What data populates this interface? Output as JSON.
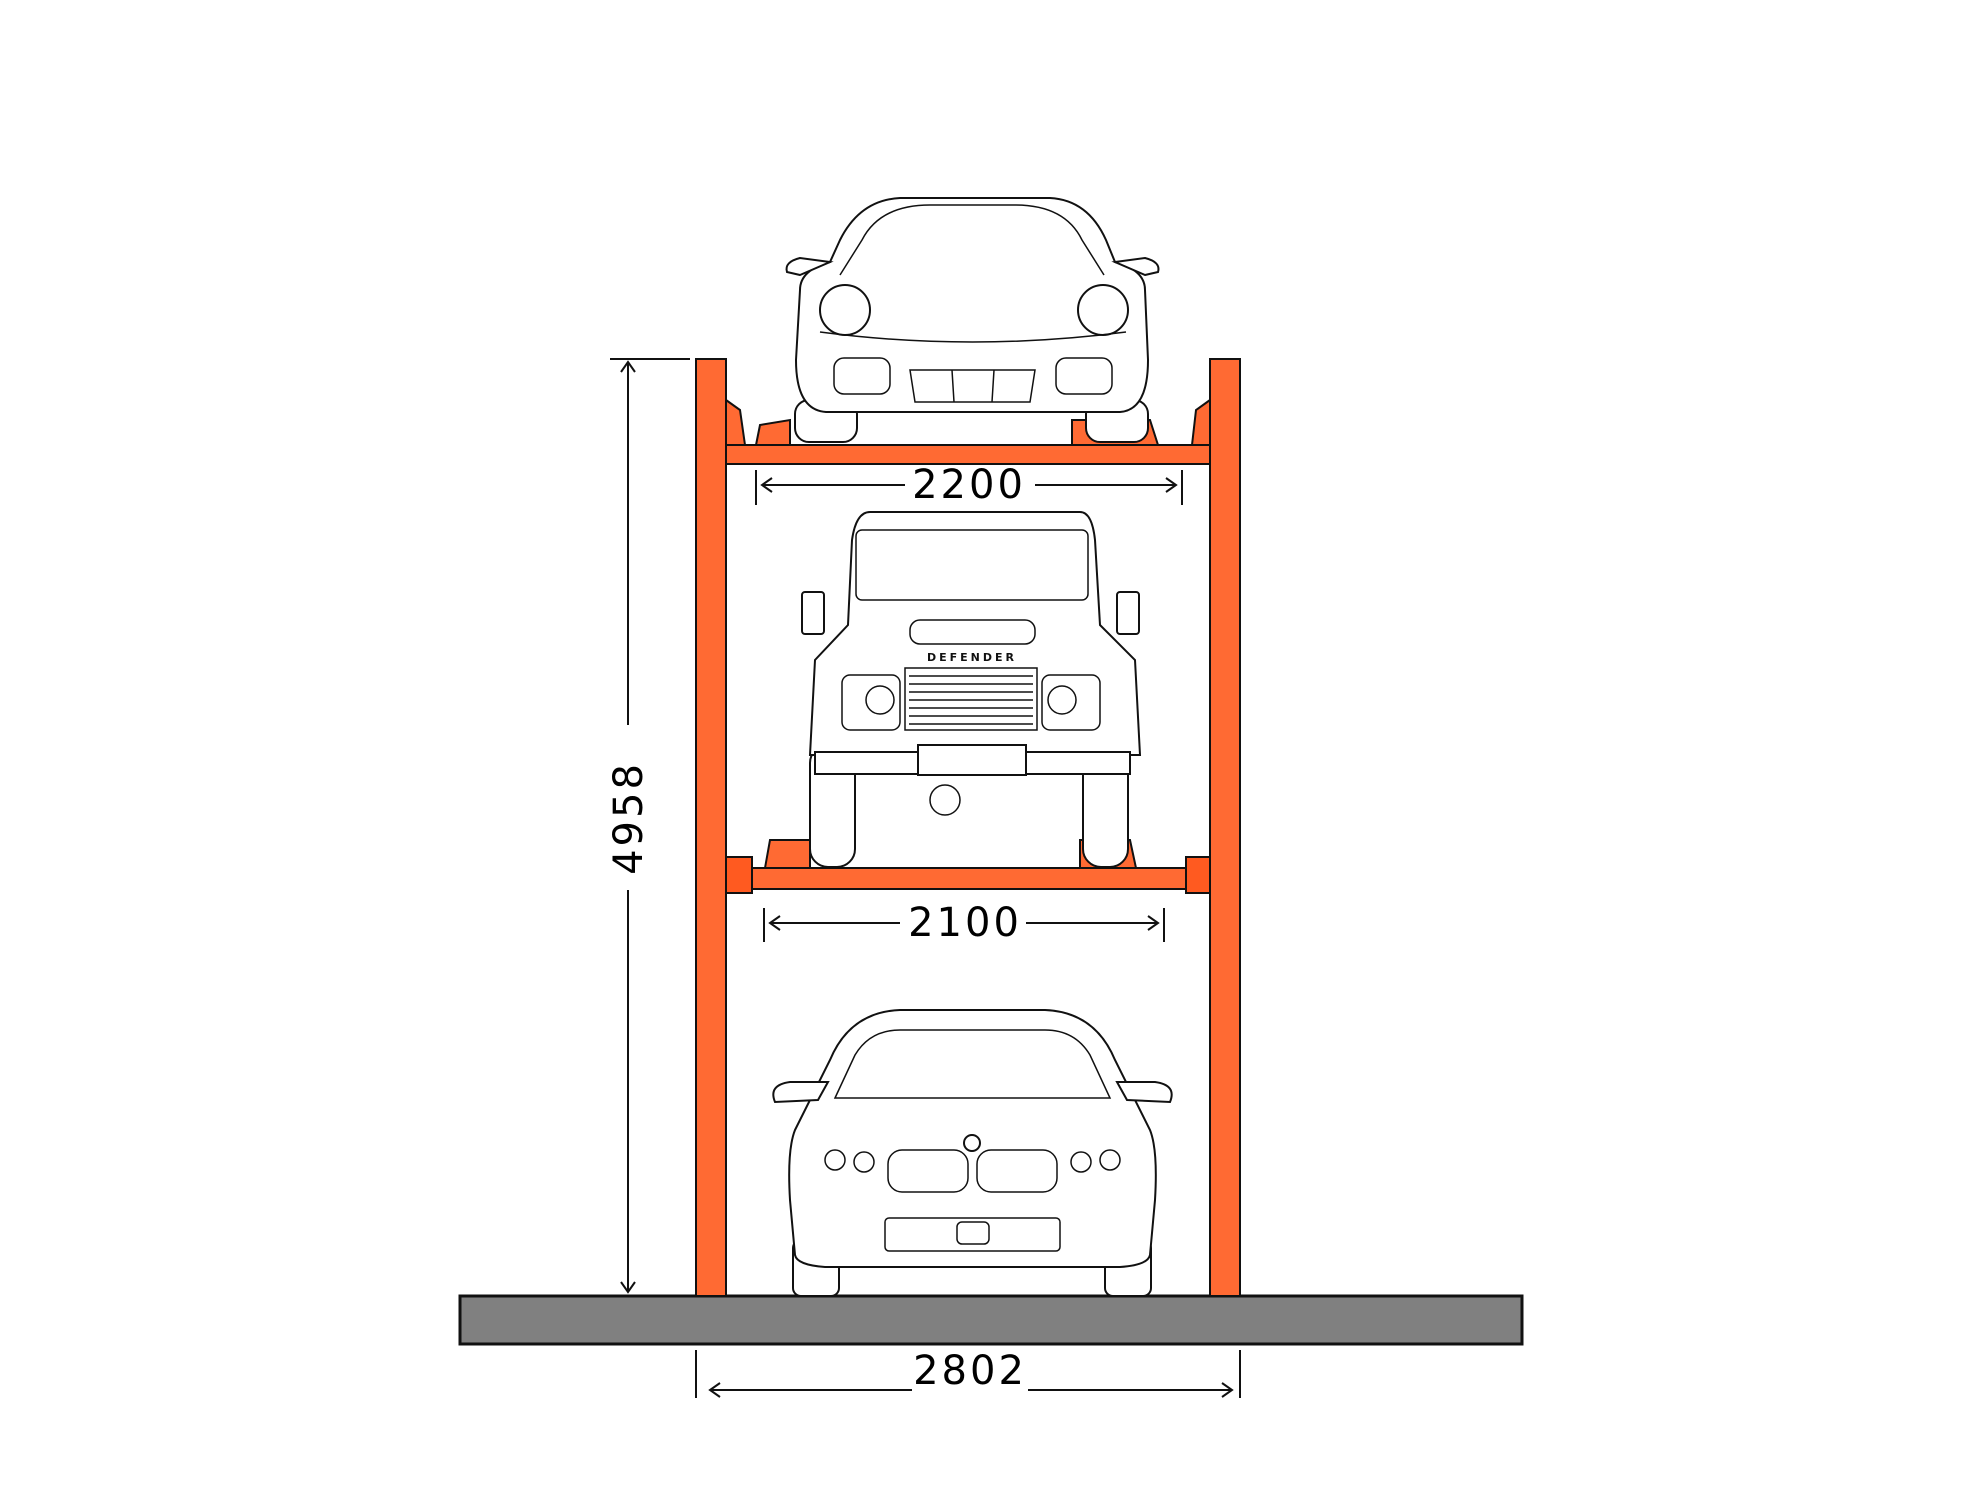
{
  "colors": {
    "accent": "#FF6A33",
    "ground": "#808080",
    "line": "#111111"
  },
  "dimensions": {
    "upper_platform_width": "2200",
    "middle_platform_width": "2100",
    "overall_width": "2802",
    "overall_height": "4958"
  },
  "vehicles": {
    "top": {
      "type": "sports-coupe"
    },
    "middle": {
      "type": "suv",
      "badge": "DEFENDER"
    },
    "bottom": {
      "type": "sedan"
    }
  }
}
